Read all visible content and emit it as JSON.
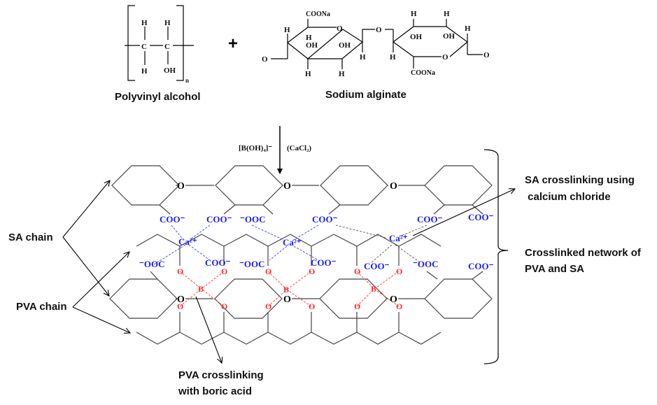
{
  "reactants": {
    "pva": {
      "name": "Polyvinyl alcohol",
      "atoms": {
        "h_top_1": "H",
        "h_top_2": "H",
        "c1": "C",
        "c2": "C",
        "h_bottom": "H",
        "oh": "OH",
        "repeat": "n"
      }
    },
    "plus": "+",
    "sa": {
      "name": "Sodium alginate",
      "atoms": {
        "coona_top": "COONa",
        "coona_bottom": "COONa",
        "ring_o_1": "O",
        "ring_o_2": "O",
        "bridge_o": "O",
        "end_o_left": "O",
        "end_o_right": "O",
        "h": "H",
        "oh": "OH"
      }
    }
  },
  "reaction": {
    "reagent_left": "[B(OH)₄]⁻",
    "reagent_right": "(CaCl₂)"
  },
  "network": {
    "linker_o": "O",
    "carboxylate": "COO⁻",
    "carboxylate_rev": "⁻OOC",
    "calcium": "Ca²⁺",
    "boron": "B",
    "borate_o": "O"
  },
  "labels": {
    "sa_chain": "SA chain",
    "pva_chain": "PVA chain",
    "sa_crosslinking_line1": "SA crosslinking using",
    "sa_crosslinking_line2": " calcium chloride",
    "network_line1": "Crosslinked network of",
    "network_line2": "PVA and SA",
    "pva_crosslinking_line1": "PVA crosslinking",
    "pva_crosslinking_line2": "with boric acid"
  },
  "colors": {
    "carboxylate": "#1a1aff",
    "borate": "#ff2a2a",
    "bond": "#444444"
  }
}
